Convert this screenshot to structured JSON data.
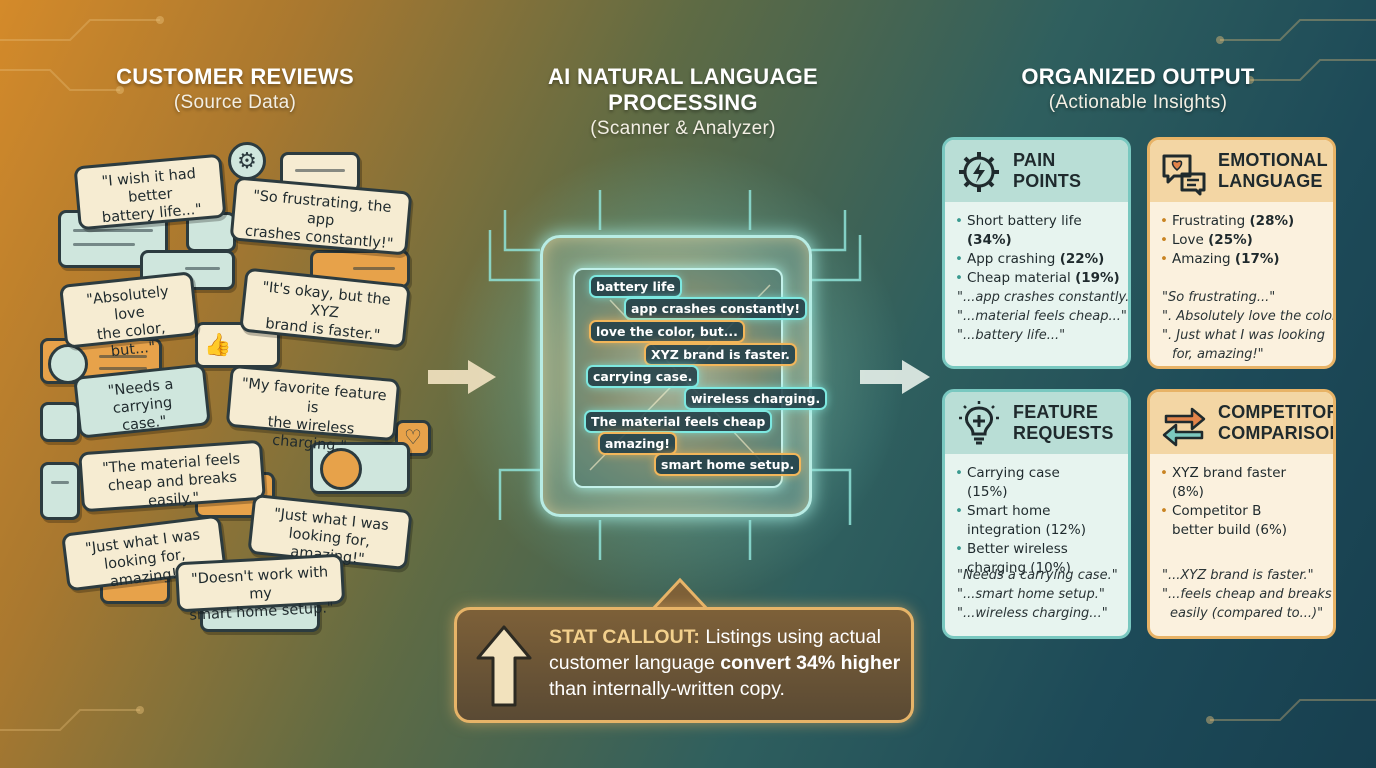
{
  "colors": {
    "teal": "#7de8e0",
    "orange": "#f2b65a",
    "dark": "#2c3b3f"
  },
  "columns": {
    "left": {
      "title": "CUSTOMER REVIEWS",
      "subtitle": "(Source Data)"
    },
    "center": {
      "title_line1": "AI NATURAL LANGUAGE",
      "title_line2": "PROCESSING",
      "subtitle": "(Scanner & Analyzer)"
    },
    "right": {
      "title": "ORGANIZED OUTPUT",
      "subtitle": "(Actionable Insights)"
    }
  },
  "reviews": [
    {
      "line1": "\"I wish it had better",
      "line2": "battery life...\""
    },
    {
      "line1": "\"So frustrating, the app",
      "line2": "crashes constantly!\""
    },
    {
      "line1": "\"Absolutely love",
      "line2": "the color, but...\""
    },
    {
      "line1": "\"It's okay, but the XYZ",
      "line2": "brand is faster.\""
    },
    {
      "line1": "\"Needs a carrying",
      "line2": "case.\""
    },
    {
      "line1": "\"My favorite feature is",
      "line2": "the wireless charging.\""
    },
    {
      "line1": "\"The material feels",
      "line2": "cheap and breaks easily.\""
    },
    {
      "line1": "\"Just what I was",
      "line2": "looking for, amazing!\""
    },
    {
      "line1": "\"Just what I was",
      "line2": "looking for, amazing!\""
    },
    {
      "line1": "\"Doesn't work with my",
      "line2": "smart home setup.\""
    }
  ],
  "chip_phrases": [
    "battery life",
    "app crashes constantly!",
    "love the color, but...",
    "XYZ brand is faster.",
    "carrying case.",
    "wireless charging.",
    "The material feels cheap",
    "amazing!",
    "smart home setup."
  ],
  "stat_callout": {
    "label": "STAT CALLOUT:",
    "text1": " Listings using actual customer language ",
    "bold": "convert 34% higher",
    "text2": " than internally-written copy."
  },
  "cards": {
    "pain_points": {
      "title_line1": "PAIN",
      "title_line2": "POINTS",
      "items": [
        {
          "label": "Short battery life",
          "pct": "(34%)"
        },
        {
          "label": "App crashing",
          "pct": "(22%)"
        },
        {
          "label": "Cheap material",
          "pct": "(19%)"
        }
      ],
      "quotes": [
        "\"...app crashes constantly...\"",
        "\"...material feels cheap...\"",
        "\"...battery life...\""
      ],
      "icon": "gear-lightning-icon"
    },
    "emotional_language": {
      "title_line1": "EMOTIONAL",
      "title_line2": "LANGUAGE",
      "items": [
        {
          "label": "Frustrating",
          "pct": "(28%)"
        },
        {
          "label": "Love",
          "pct": "(25%)"
        },
        {
          "label": "Amazing",
          "pct": "(17%)"
        }
      ],
      "quotes": [
        "\"So frustrating...\"",
        "\". Absolutely love the color...\"",
        "\". Just what I was looking",
        "for, amazing!\""
      ],
      "icon": "heart-chat-icon"
    },
    "feature_requests": {
      "title_line1": "FEATURE",
      "title_line2": "REQUESTS",
      "items": [
        {
          "label": "Carrying case (15%)"
        },
        {
          "label": "Smart home integration (12%)"
        },
        {
          "label": "Better wireless charging (10%)"
        }
      ],
      "quotes": [
        "\"Needs a carrying case.\"",
        "\"...smart home setup.\"",
        "\"...wireless charging...\""
      ],
      "icon": "lightbulb-plus-icon"
    },
    "competitor_comparisons": {
      "title_line1": "COMPETITOR",
      "title_line2": "COMPARISONS",
      "items": [
        {
          "label": "XYZ brand faster (8%)"
        },
        {
          "label": "Competitor B better build (6%)"
        }
      ],
      "quotes": [
        "\"...XYZ brand is faster.\"",
        "\"...feels cheap and breaks",
        "easily (compared to...)\""
      ],
      "icon": "swap-arrows-icon"
    }
  }
}
